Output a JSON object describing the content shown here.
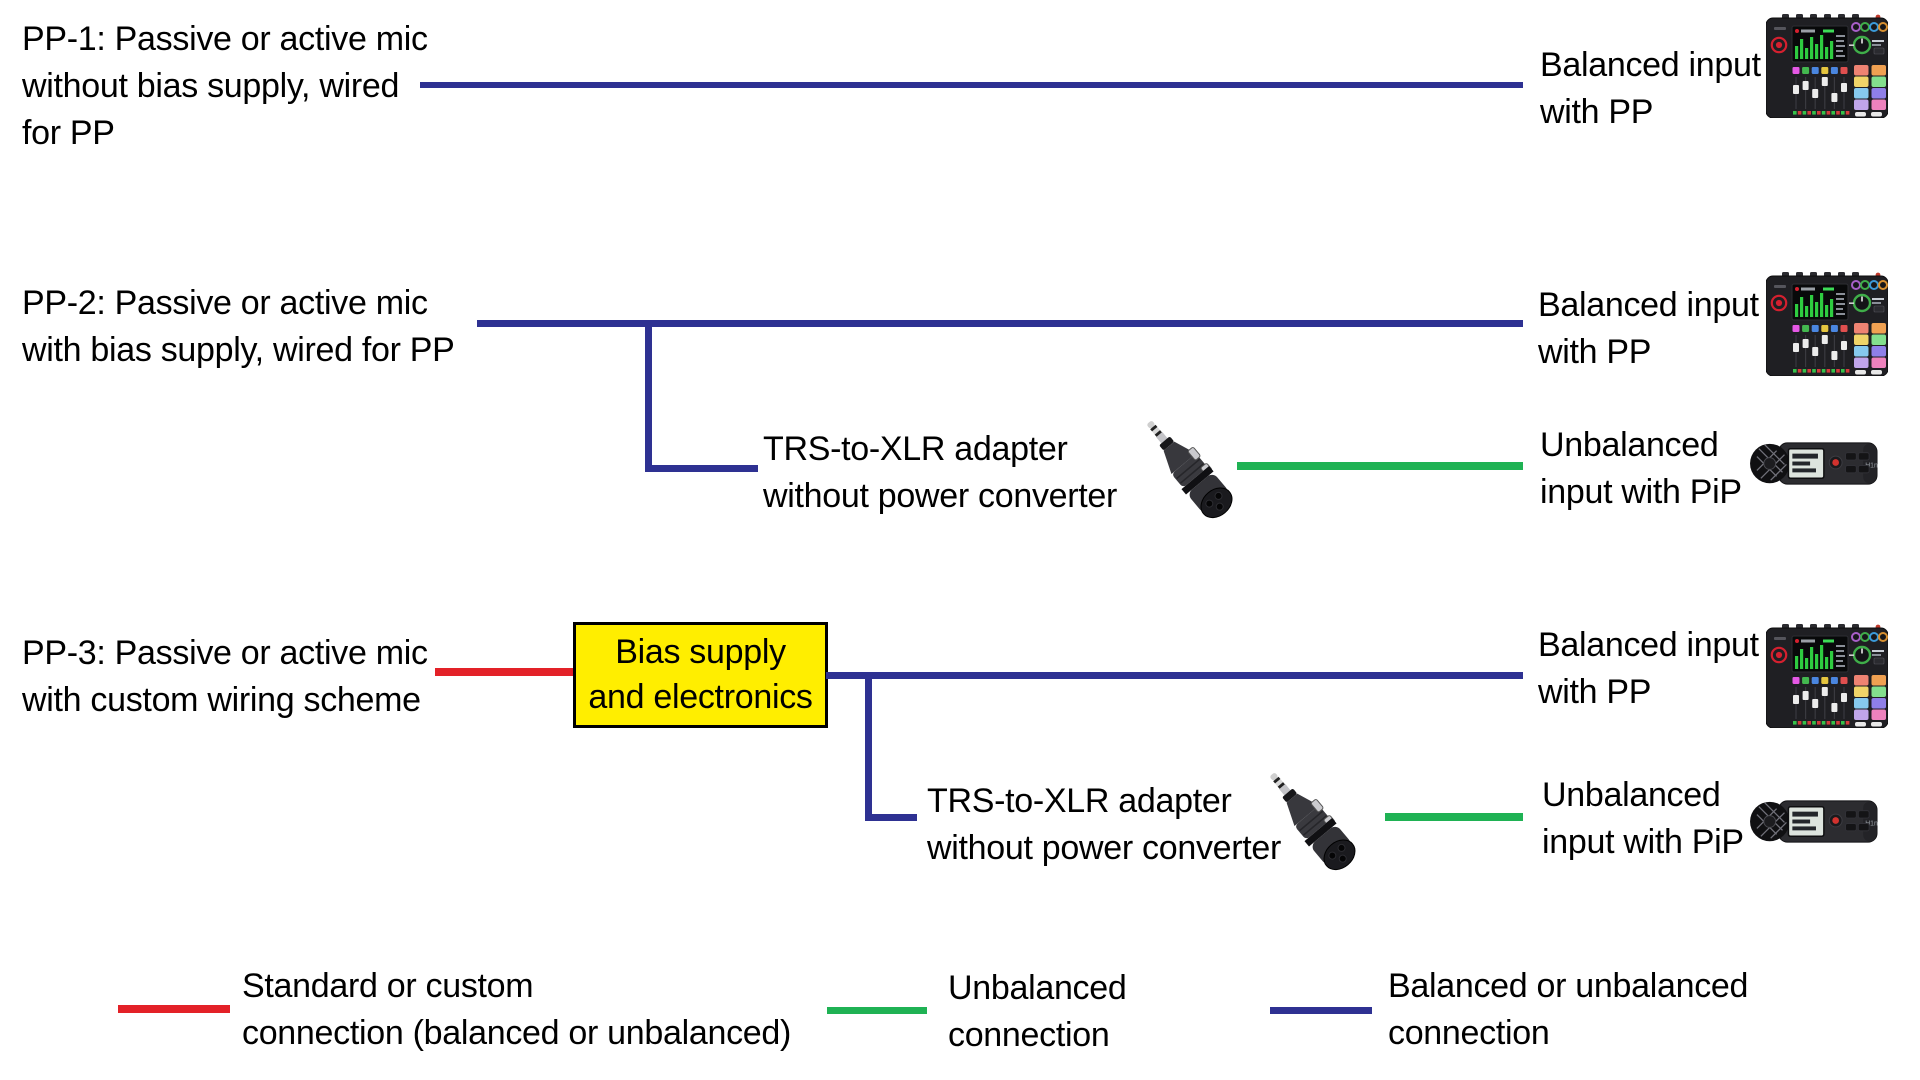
{
  "colors": {
    "balanced_connection": "#2e3192",
    "unbalanced_connection": "#1fb254",
    "custom_connection": "#e32128",
    "bias_box_fill": "#ffee00",
    "bias_box_border": "#000000",
    "text": "#000000",
    "background": "#ffffff"
  },
  "scenarios": [
    {
      "id": "PP-1",
      "label_lines": [
        "PP-1: Passive or active mic",
        "without bias supply, wired",
        "for PP"
      ],
      "balanced_output": {
        "label_lines": [
          "Balanced input",
          "with PP"
        ],
        "device_icon": "audio-mixer-console"
      }
    },
    {
      "id": "PP-2",
      "label_lines": [
        "PP-2: Passive or active mic",
        "with bias supply, wired for PP"
      ],
      "balanced_output": {
        "label_lines": [
          "Balanced input",
          "with PP"
        ],
        "device_icon": "audio-mixer-console"
      },
      "adapter_label_lines": [
        "TRS-to-XLR adapter",
        "without power converter"
      ],
      "adapter_icon": "trs-to-xlr-adapter",
      "unbalanced_output": {
        "label_lines": [
          "Unbalanced",
          "input with PiP"
        ],
        "device_icon": "handheld-audio-recorder"
      }
    },
    {
      "id": "PP-3",
      "label_lines": [
        "PP-3: Passive or active mic",
        "with custom wiring scheme"
      ],
      "bias_box_lines": [
        "Bias supply",
        "and electronics"
      ],
      "balanced_output": {
        "label_lines": [
          "Balanced input",
          "with PP"
        ],
        "device_icon": "audio-mixer-console"
      },
      "adapter_label_lines": [
        "TRS-to-XLR adapter",
        "without power converter"
      ],
      "adapter_icon": "trs-to-xlr-adapter",
      "unbalanced_output": {
        "label_lines": [
          "Unbalanced",
          "input with PiP"
        ],
        "device_icon": "handheld-audio-recorder"
      }
    }
  ],
  "legend": [
    {
      "swatch": "custom",
      "lines": [
        "Standard or custom",
        "connection (balanced or unbalanced)"
      ]
    },
    {
      "swatch": "unbalanced",
      "lines": [
        "Unbalanced",
        "connection"
      ]
    },
    {
      "swatch": "balanced",
      "lines": [
        "Balanced or unbalanced",
        "connection"
      ]
    }
  ]
}
